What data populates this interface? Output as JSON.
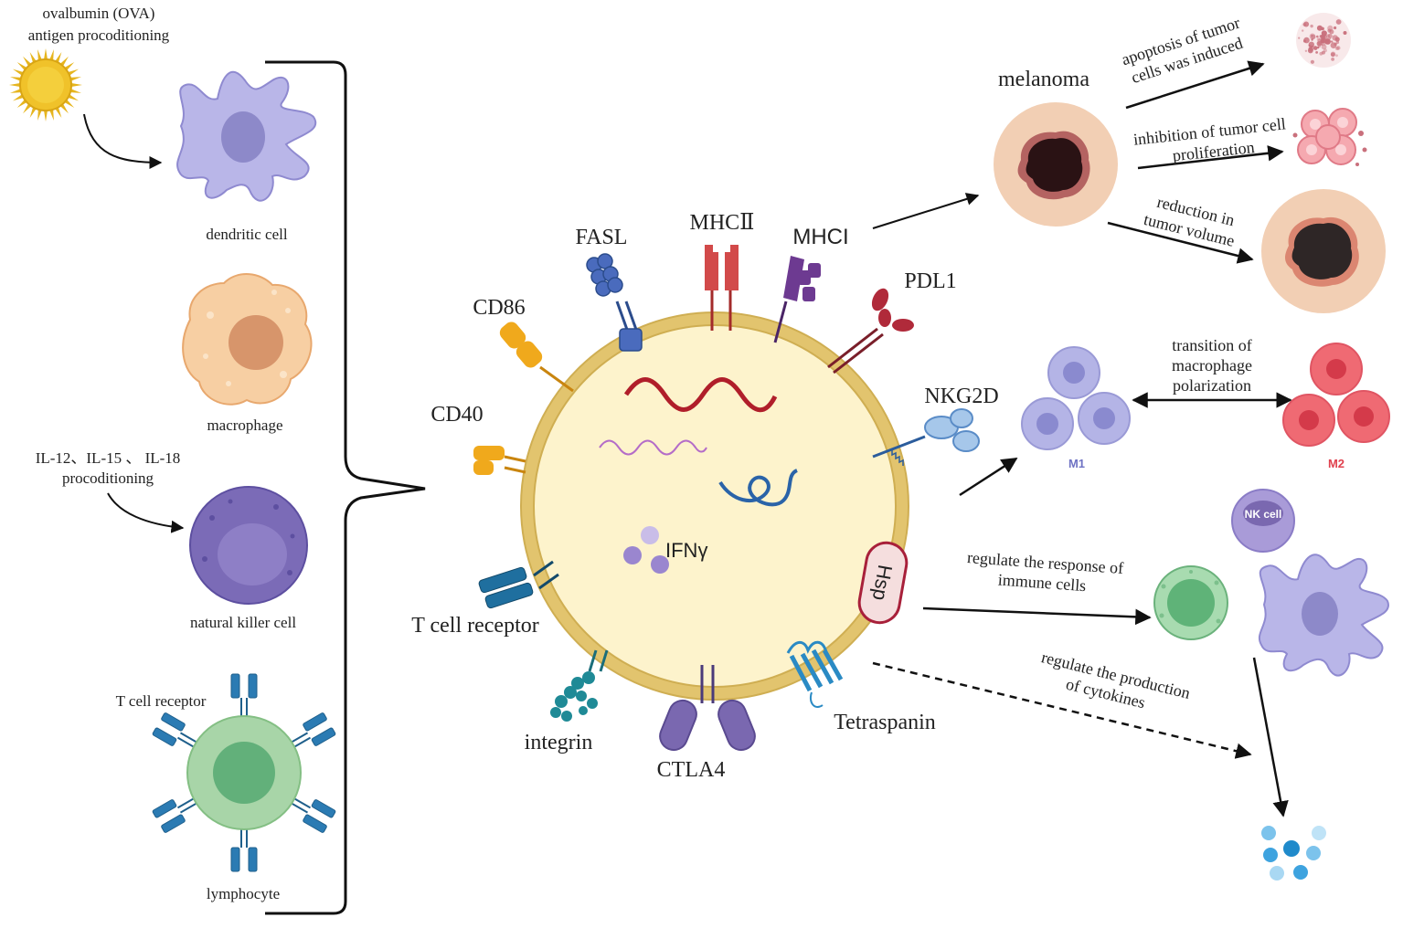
{
  "left_panel": {
    "ova_label_1": "ovalbumin (OVA)",
    "ova_label_2": "antigen procoditioning",
    "dendritic_cell": "dendritic cell",
    "macrophage": "macrophage",
    "il_label_1": "IL-12、IL-15 、 IL-18",
    "il_label_2": "procoditioning",
    "nk_cell": "natural killer cell",
    "lymph_tcr": "T  cell receptor",
    "lymphocyte": "lymphocyte"
  },
  "exosome": {
    "fasl": "FASL",
    "mhc2": "MHCⅡ",
    "mhc1": "MHCI",
    "pdl1": "PDL1",
    "cd86": "CD86",
    "cd40": "CD40",
    "nkg2d": "NKG2D",
    "ifn": "IFNγ",
    "hsp": "Hsp",
    "tcr": "T  cell receptor",
    "integrin": "integrin",
    "ctla4": "CTLA4",
    "tetraspanin": "Tetraspanin"
  },
  "right_panel": {
    "melanoma": "melanoma",
    "apoptosis_1": "apoptosis of tumor",
    "apoptosis_2": "cells was induced",
    "inhibition_1": "inhibition of tumor cell",
    "inhibition_2": "proliferation",
    "reduction_1": "reduction in",
    "reduction_2": "tumor volume",
    "transition_1": "transition of",
    "transition_2": "macrophage",
    "transition_3": "polarization",
    "m1": "M1",
    "m2": "M2",
    "nk_cell_badge": "NK cell",
    "regulate_response_1": "regulate  the response of",
    "regulate_response_2": "immune cells",
    "regulate_production_1": "regulate the production",
    "regulate_production_2": "of cytokines"
  },
  "colors": {
    "membrane": "#e2c46e",
    "membrane_fill": "#fdf3cc",
    "dendritic": "#b9b6e8",
    "macrophage": "#f7cfa3",
    "nk": "#7b6bb7",
    "lymphocyte": "#a8d5a8",
    "melanoma_bg": "#f2cfb4",
    "m1": "#b4b4e6",
    "m2": "#ef6a73",
    "m1_label": "#6f73c4",
    "m2_label": "#e0414e"
  }
}
